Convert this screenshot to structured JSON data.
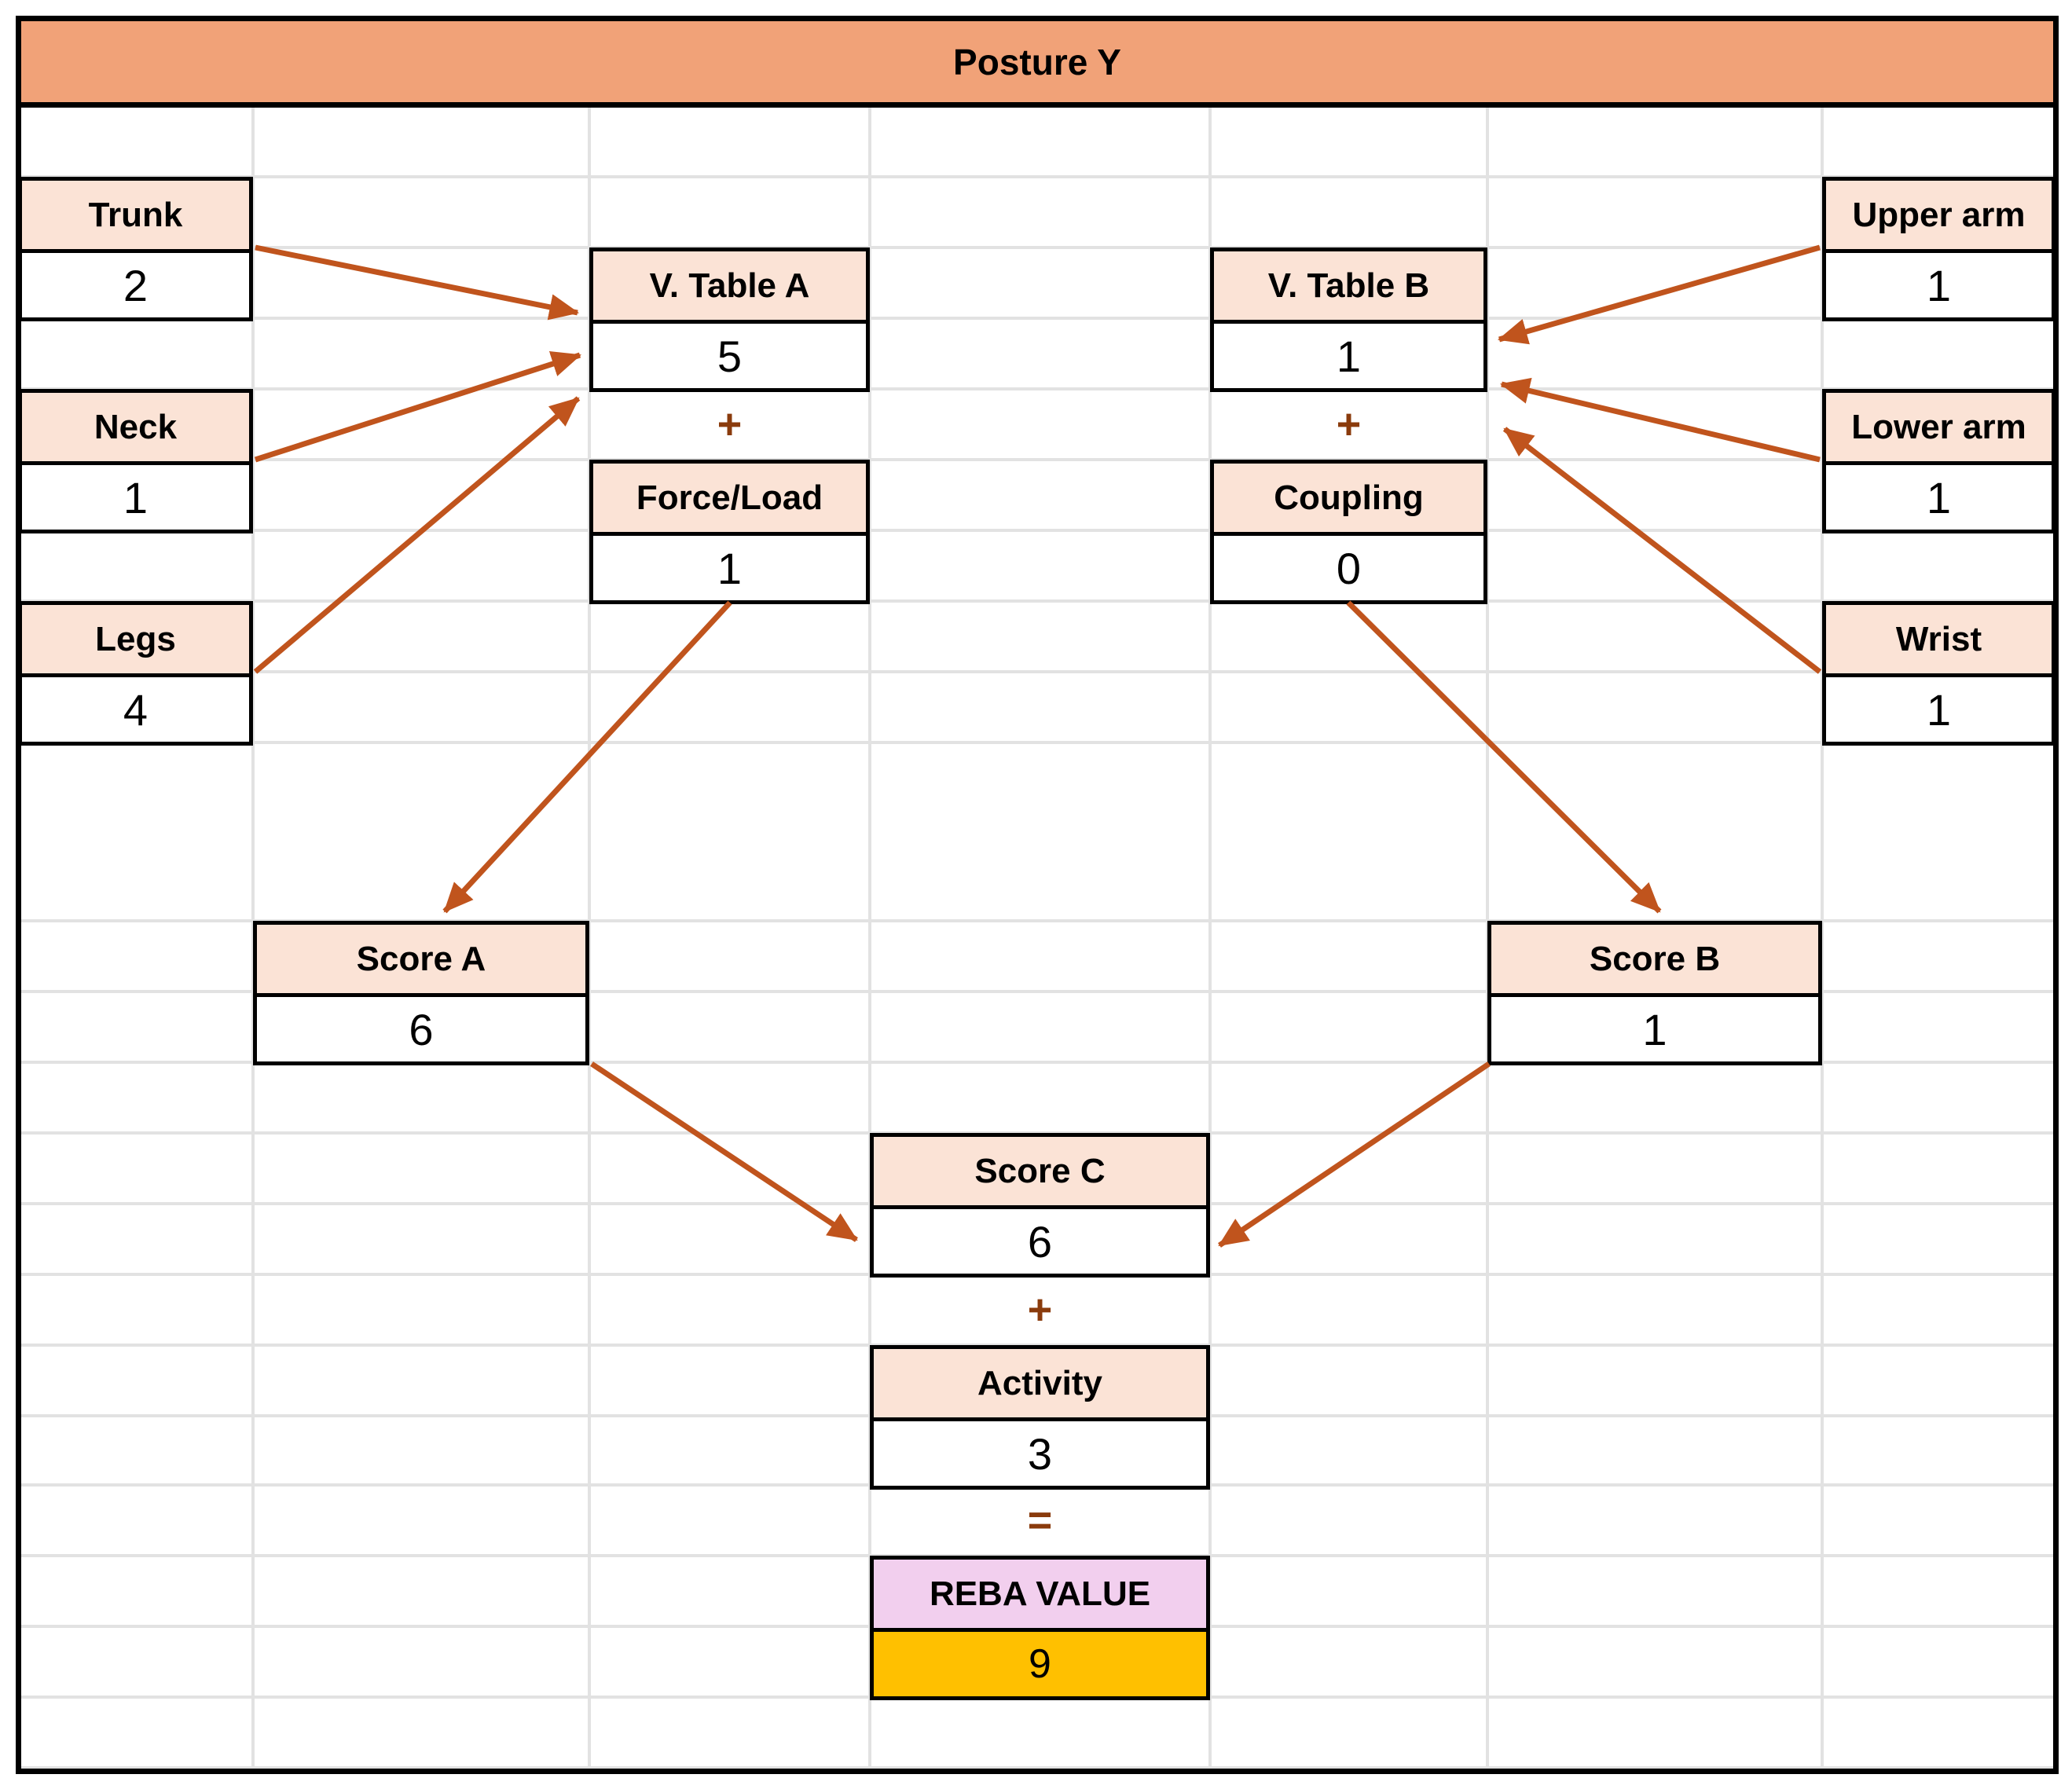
{
  "title": "Posture Y",
  "nodes": {
    "trunk": {
      "label": "Trunk",
      "value": "2"
    },
    "neck": {
      "label": "Neck",
      "value": "1"
    },
    "legs": {
      "label": "Legs",
      "value": "4"
    },
    "table_a": {
      "label": "V. Table A",
      "value": "5"
    },
    "force_load": {
      "label": "Force/Load",
      "value": "1"
    },
    "table_b": {
      "label": "V. Table B",
      "value": "1"
    },
    "coupling": {
      "label": "Coupling",
      "value": "0"
    },
    "upper_arm": {
      "label": "Upper arm",
      "value": "1"
    },
    "lower_arm": {
      "label": "Lower arm",
      "value": "1"
    },
    "wrist": {
      "label": "Wrist",
      "value": "1"
    },
    "score_a": {
      "label": "Score A",
      "value": "6"
    },
    "score_b": {
      "label": "Score B",
      "value": "1"
    },
    "score_c": {
      "label": "Score C",
      "value": "6"
    },
    "activity": {
      "label": "Activity",
      "value": "3"
    },
    "reba": {
      "label": "REBA VALUE",
      "value": "9"
    }
  },
  "operators": {
    "plus_a": "+",
    "plus_b": "+",
    "plus_c": "+",
    "equals": "="
  },
  "colors": {
    "title_fill": "#F1A278",
    "header_fill": "#FBE3D6",
    "reba_header_fill": "#F2CFEE",
    "reba_value_fill": "#FFC000",
    "arrow": "#C0541D",
    "operator": "#8A3B0C",
    "gridline": "#E2E2E2"
  }
}
